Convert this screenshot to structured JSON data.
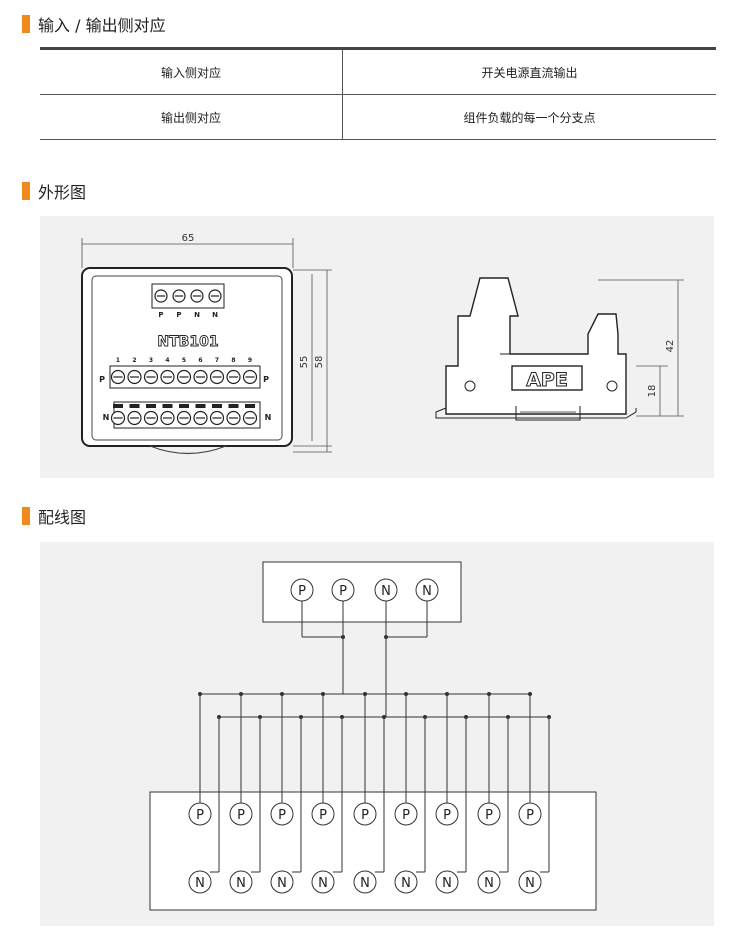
{
  "sections": {
    "io_title": "输入 / 输出侧对应",
    "outline_title": "外形图",
    "wiring_title": "配线图"
  },
  "table": [
    {
      "label": "输入侧对应",
      "value": "开关电源直流输出"
    },
    {
      "label": "输出侧对应",
      "value": "组件负载的每一个分支点"
    }
  ],
  "outline": {
    "width_dim": "65",
    "height_dim_inner": "55",
    "height_dim_outer": "58",
    "side_height_dim": "42",
    "side_base_dim": "18",
    "model": "NTB101",
    "brand": "APE",
    "top_terminals": [
      "P",
      "P",
      "N",
      "N"
    ],
    "numbers": [
      "1",
      "2",
      "3",
      "4",
      "5",
      "6",
      "7",
      "8",
      "9"
    ],
    "row_p": "P",
    "row_n": "N"
  },
  "wiring": {
    "input_terminals": [
      "P",
      "P",
      "N",
      "N"
    ],
    "output_p": [
      "P",
      "P",
      "P",
      "P",
      "P",
      "P",
      "P",
      "P",
      "P"
    ],
    "output_n": [
      "N",
      "N",
      "N",
      "N",
      "N",
      "N",
      "N",
      "N",
      "N"
    ]
  },
  "colors": {
    "accent": "#f08a1c",
    "panel_bg": "#f1f1f1"
  }
}
